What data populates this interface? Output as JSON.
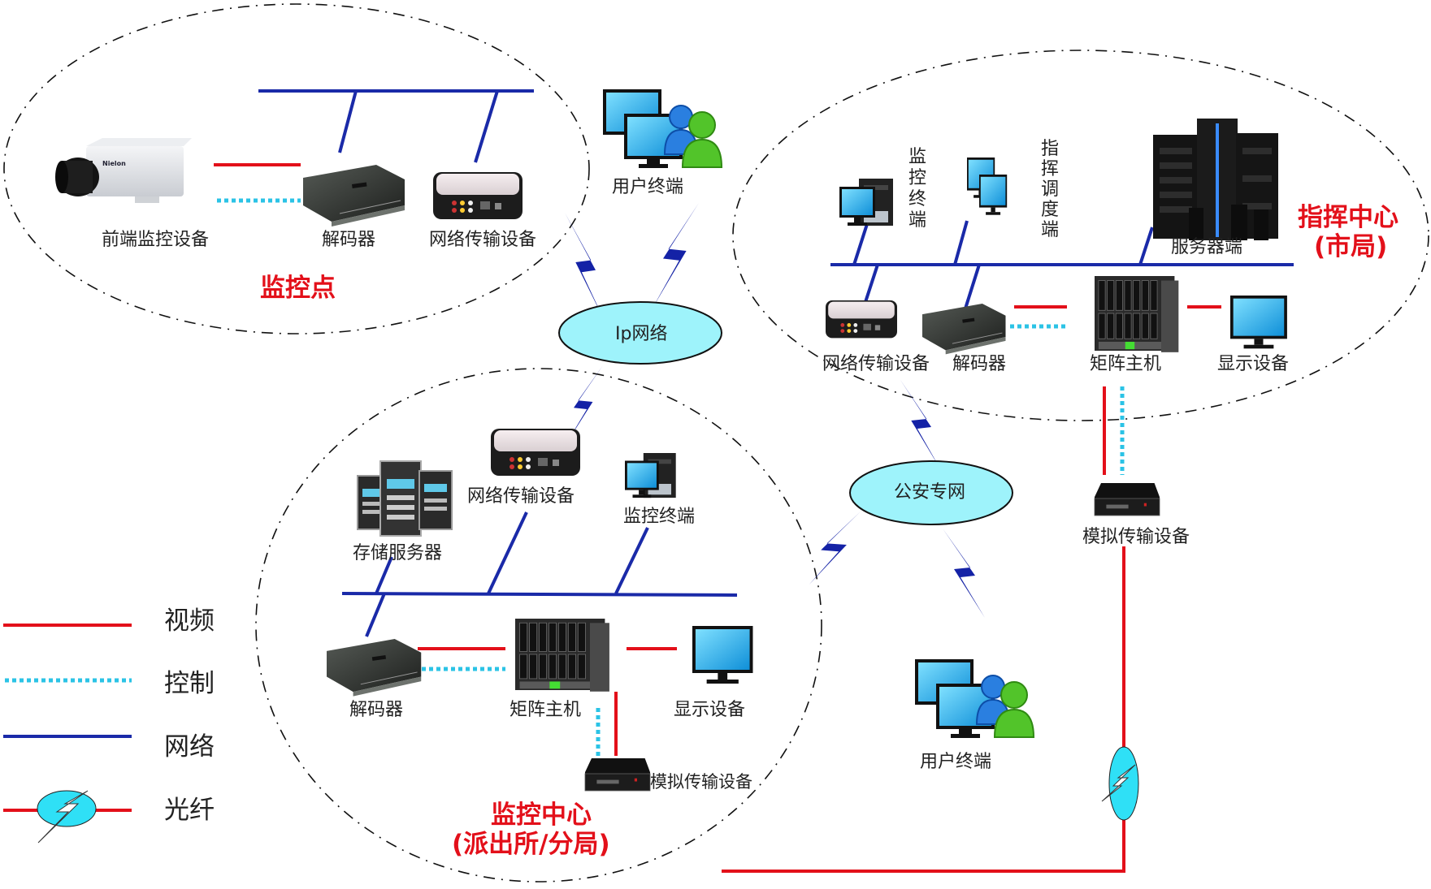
{
  "colors": {
    "video": "#e3101a",
    "control": "#2bc3e6",
    "network": "#1a2aa8",
    "cloud_fill": "#9ef3fb",
    "fiber_fill": "#2fe0f6",
    "zone_border": "#111111"
  },
  "zones": {
    "monitor_point": {
      "title": "监控点"
    },
    "command_center": {
      "title_line1": "指挥中心",
      "title_line2": "(市局)"
    },
    "monitor_center": {
      "title_line1": "监控中心",
      "title_line2": "(派出所/分局)"
    }
  },
  "clouds": {
    "ip_network": "Ip网络",
    "police_network": "公安专网"
  },
  "devices": {
    "mp_camera": "前端监控设备",
    "mp_decoder": "解码器",
    "mp_net_device": "网络传输设备",
    "user_terminal_top": "用户终端",
    "user_terminal_bottom": "用户终端",
    "cc_monitor_terminal": [
      "监",
      "控",
      "终",
      "端"
    ],
    "cc_dispatch_terminal": [
      "指",
      "挥",
      "调",
      "度",
      "端"
    ],
    "cc_server": "服务器端",
    "cc_net_device": "网络传输设备",
    "cc_decoder": "解码器",
    "cc_matrix": "矩阵主机",
    "cc_display": "显示设备",
    "cc_analog": "模拟传输设备",
    "mc_net_device": "网络传输设备",
    "mc_storage": "存储服务器",
    "mc_monitor_terminal": "监控终端",
    "mc_decoder": "解码器",
    "mc_matrix": "矩阵主机",
    "mc_display": "显示设备",
    "mc_analog": "模拟传输设备"
  },
  "legend": [
    {
      "key": "video",
      "label": "视频"
    },
    {
      "key": "control",
      "label": "控制"
    },
    {
      "key": "network",
      "label": "网络"
    },
    {
      "key": "fiber",
      "label": "光纤"
    }
  ]
}
